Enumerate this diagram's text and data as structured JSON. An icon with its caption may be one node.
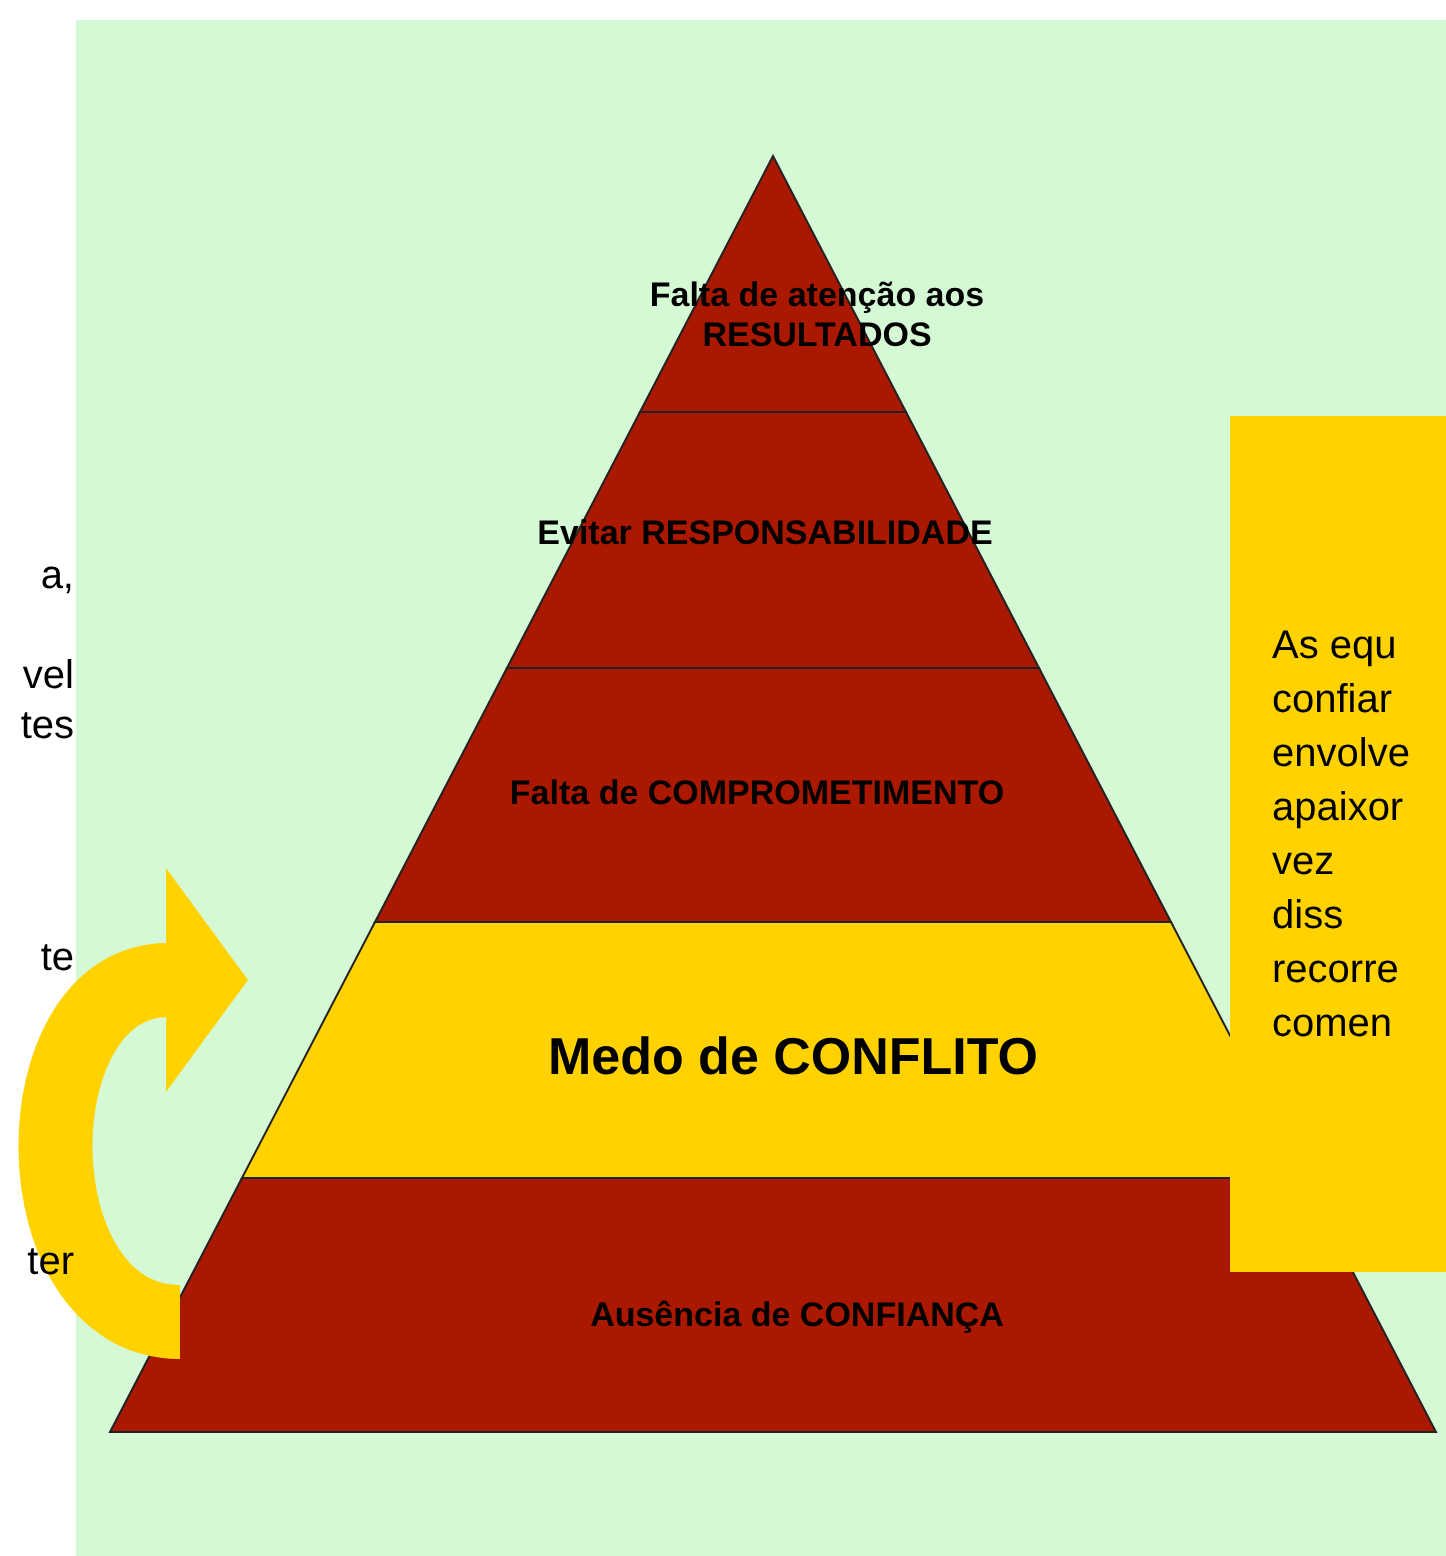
{
  "diagram": {
    "nodes": [
      {
        "text": [
          "Falta de atenção aos RESULTADOS"
        ]
      },
      {
        "text": [
          "Evitar RESPONSABILIDADE"
        ]
      },
      {
        "text": [
          "Falta de COMPROMETIMENTO"
        ]
      },
      {
        "text": [
          "Medo de CONFLITO"
        ]
      },
      {
        "text": [
          "Ausência de CONFIANÇA"
        ]
      },
      {
        "text": [
          "As equ confiar envolve apaixor vez diss recorre comen"
        ]
      }
    ],
    "edges": [
      {
        "from": 4,
        "to": 3,
        "arrow": "to"
      }
    ],
    "labels": [
      "a,",
      "vel",
      "tes",
      "te",
      "ter"
    ]
  }
}
